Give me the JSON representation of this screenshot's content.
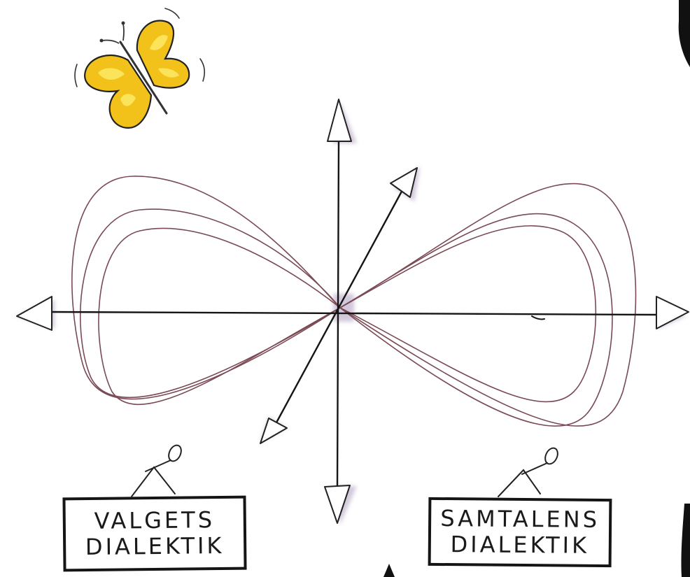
{
  "labels": {
    "left": {
      "line1": "VALGETS",
      "line2": "DIALEKTIK"
    },
    "right": {
      "line1": "SAMTALENS",
      "line2": "DIALEKTIK"
    }
  },
  "colors": {
    "ink": "#151515",
    "curve": "#7a4a55",
    "arrow_shadow": "#cbbfd6",
    "butterfly_fill": "#f2c21b",
    "butterfly_highlight": "#fbe35a"
  },
  "icons": {
    "butterfly": "butterfly-icon",
    "person_left": "person-figure-icon",
    "person_right": "person-figure-icon"
  }
}
